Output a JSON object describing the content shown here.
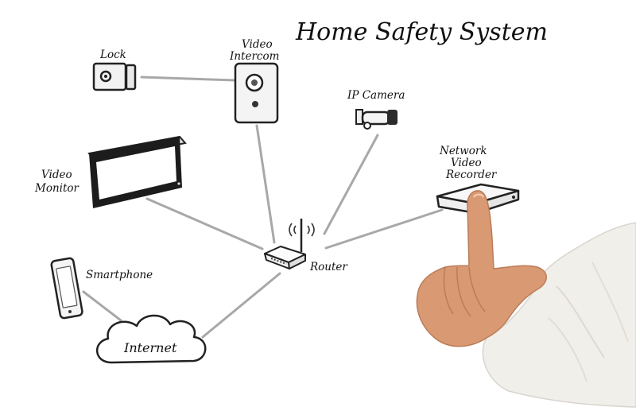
{
  "diagram": {
    "title": "Home Safety System",
    "nodes": {
      "lock": {
        "label": [
          "Lock"
        ],
        "icon": "door-lock-icon"
      },
      "intercom": {
        "label": [
          "Video",
          "Intercom"
        ],
        "icon": "video-intercom-icon"
      },
      "ip_camera": {
        "label": [
          "IP Camera"
        ],
        "icon": "security-camera-icon"
      },
      "monitor": {
        "label": [
          "Video",
          "Monitor"
        ],
        "icon": "video-monitor-icon"
      },
      "nvr": {
        "label": [
          "Network",
          "Video",
          "Recorder"
        ],
        "icon": "video-recorder-icon"
      },
      "router": {
        "label": [
          "Router"
        ],
        "icon": "wifi-router-icon"
      },
      "smartphone": {
        "label": [
          "Smartphone"
        ],
        "icon": "smartphone-icon"
      },
      "internet": {
        "label": [
          "Internet"
        ],
        "icon": "cloud-icon"
      }
    },
    "edges": [
      [
        "lock",
        "intercom"
      ],
      [
        "intercom",
        "router"
      ],
      [
        "ip_camera",
        "router"
      ],
      [
        "monitor",
        "router"
      ],
      [
        "nvr",
        "router"
      ],
      [
        "router",
        "internet"
      ],
      [
        "smartphone",
        "internet"
      ]
    ],
    "colors": {
      "line": "#a8a8a8",
      "ink": "#111111",
      "background": "#ffffff",
      "sleeve": "#f1efea",
      "skin": "#d99a73"
    }
  }
}
